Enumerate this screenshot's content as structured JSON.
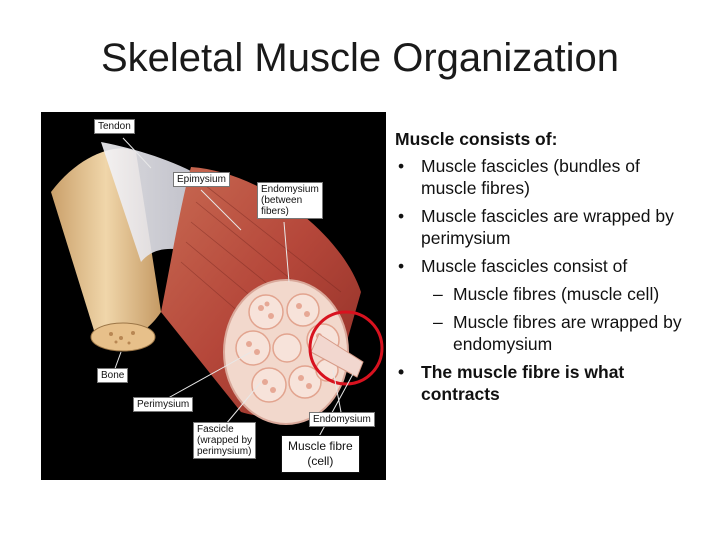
{
  "title": "Skeletal Muscle Organization",
  "figure": {
    "labels": {
      "tendon": "Tendon",
      "epimysium": "Epimysium",
      "endomysium_between": "Endomysium\n(between\nfibers)",
      "bone": "Bone",
      "perimysium": "Perimysium",
      "fascicle": "Fascicle\n(wrapped by\nperimysium)",
      "endomysium": "Endomysium",
      "muscle_fibre": "Muscle fibre\n(cell)"
    }
  },
  "content": {
    "heading": "Muscle consists of:",
    "bullets": [
      "Muscle fascicles (bundles of muscle fibres)",
      "Muscle fascicles are wrapped by perimysium",
      "Muscle fascicles consist of"
    ],
    "sub_bullets": [
      "Muscle fibres (muscle cell)",
      "Muscle fibres are wrapped by endomysium"
    ],
    "final_bullet": "The muscle fibre is what contracts"
  },
  "colors": {
    "highlight_circle": "#d8121f",
    "muscle_red": "#b84a3c",
    "bone_tan": "#e8c79a"
  }
}
